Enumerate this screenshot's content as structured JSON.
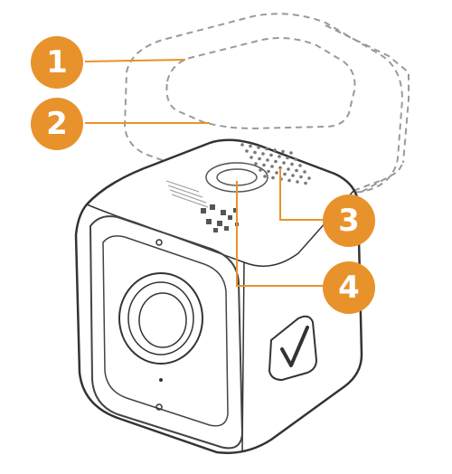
{
  "colors": {
    "accent": "#E8922C",
    "outline": "#333333",
    "dashed": "#9a9a9a"
  },
  "callouts": [
    {
      "number": "1"
    },
    {
      "number": "2"
    },
    {
      "number": "3"
    },
    {
      "number": "4"
    }
  ],
  "icons": {
    "logo": "checkmark-logo-icon",
    "qr": "qr-code-icon"
  }
}
